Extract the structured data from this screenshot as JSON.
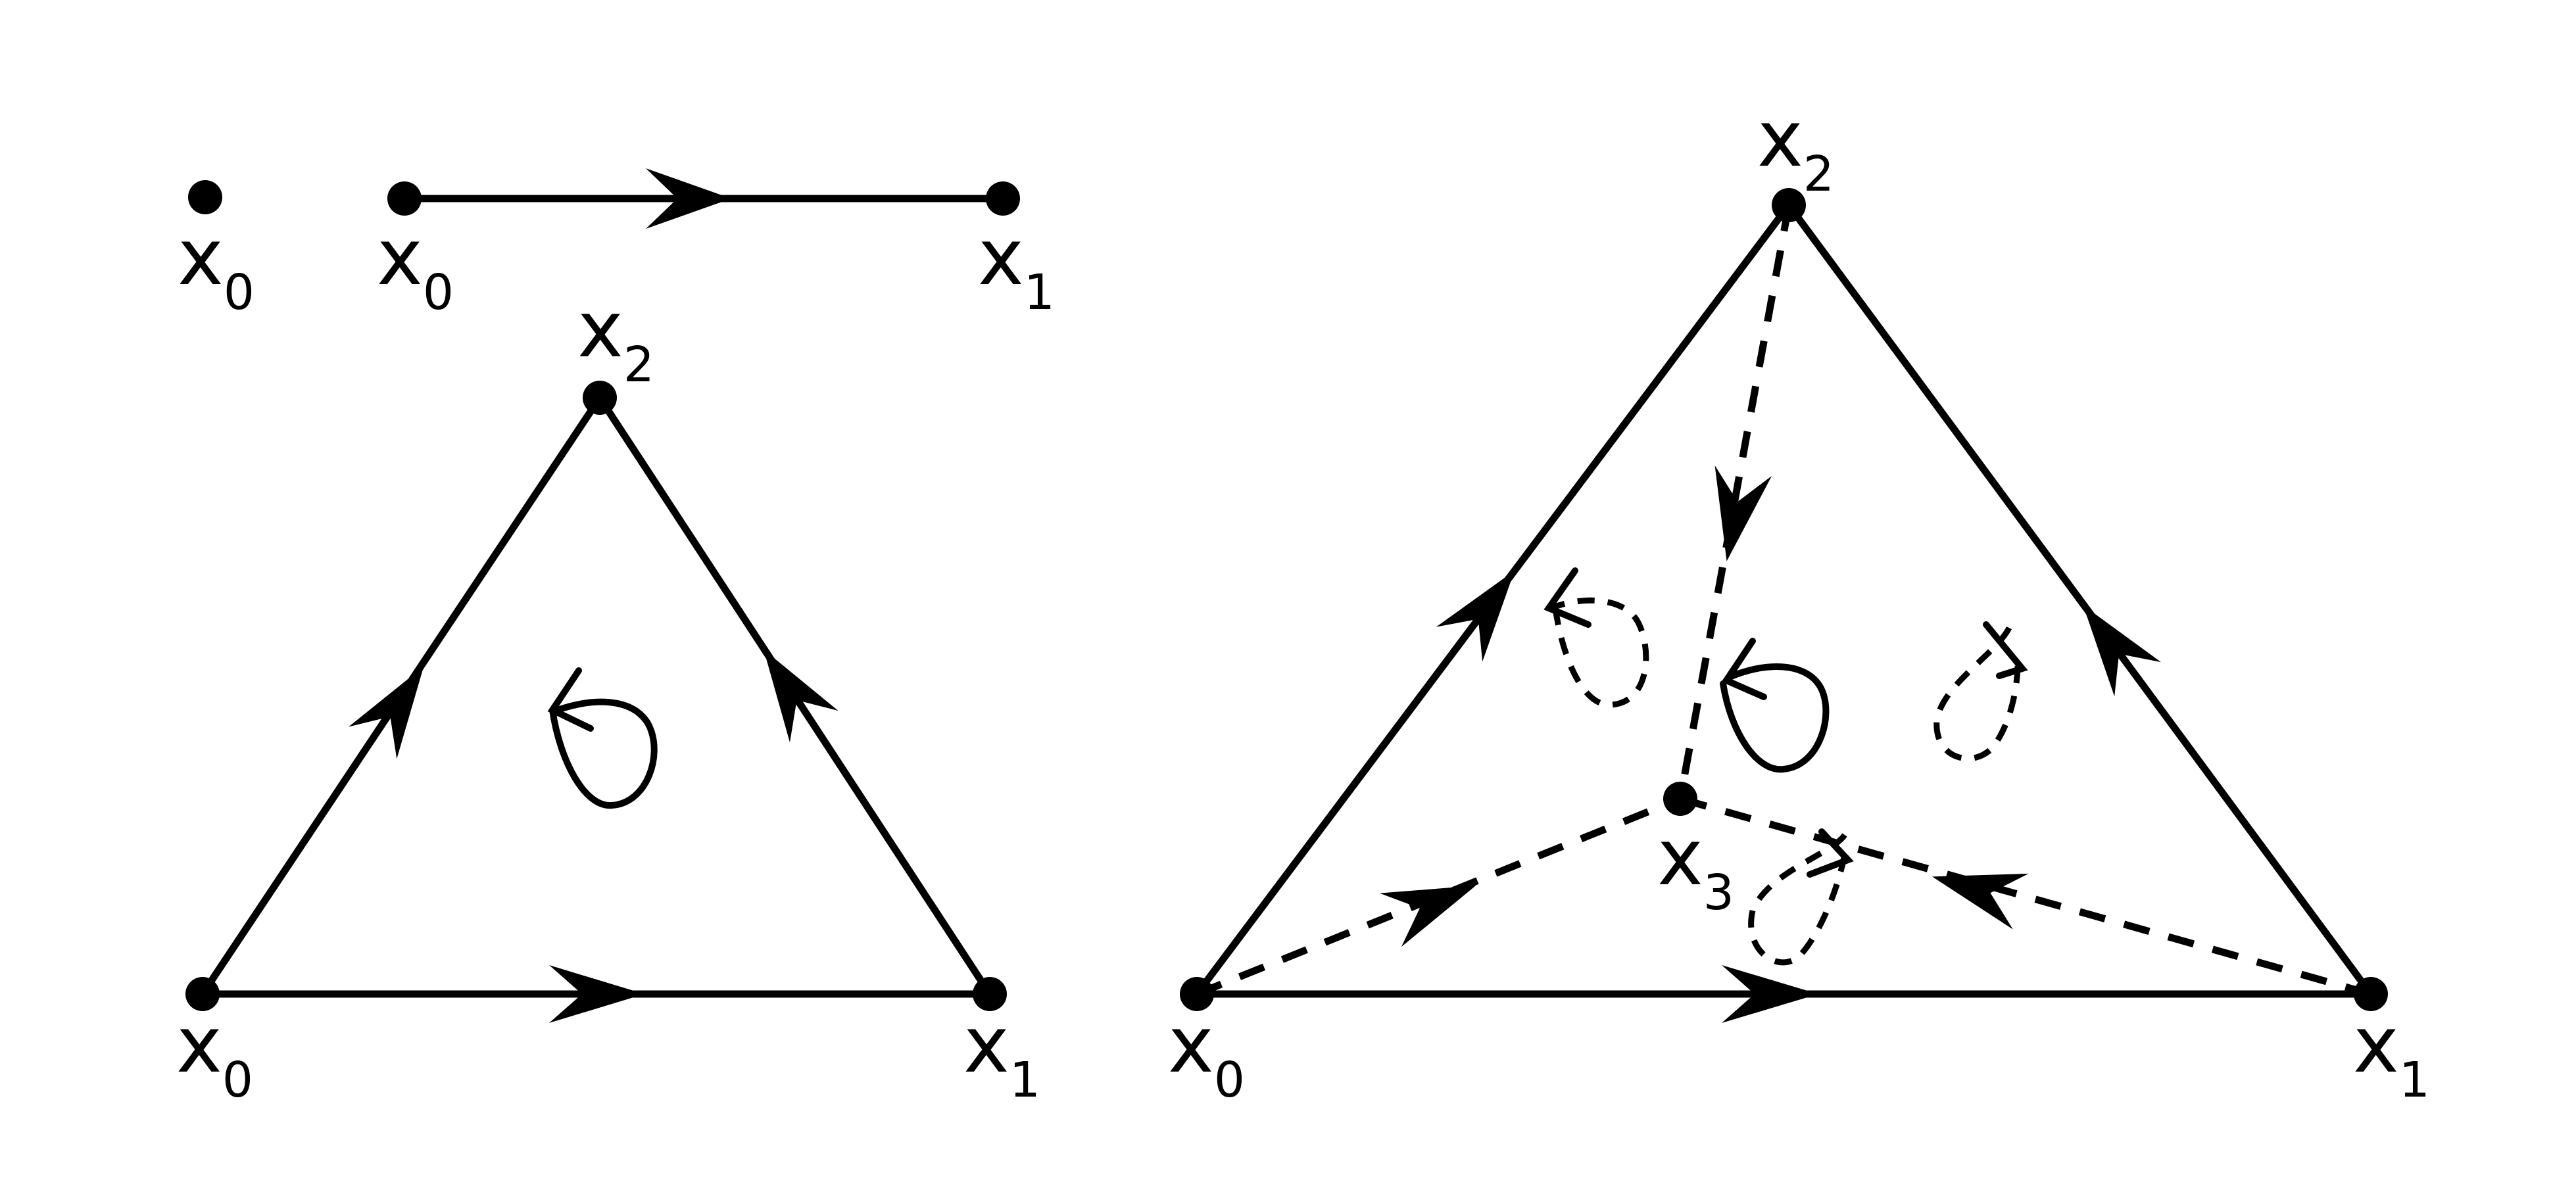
{
  "simplex_0": {
    "vertex_labels": [
      {
        "base": "x",
        "sub": "0"
      }
    ]
  },
  "simplex_1": {
    "vertex_labels": [
      {
        "base": "x",
        "sub": "0"
      },
      {
        "base": "x",
        "sub": "1"
      }
    ]
  },
  "simplex_2": {
    "vertex_labels": [
      {
        "base": "x",
        "sub": "0"
      },
      {
        "base": "x",
        "sub": "1"
      },
      {
        "base": "x",
        "sub": "2"
      }
    ]
  },
  "simplex_3": {
    "vertex_labels": [
      {
        "base": "x",
        "sub": "0"
      },
      {
        "base": "x",
        "sub": "1"
      },
      {
        "base": "x",
        "sub": "2"
      },
      {
        "base": "x",
        "sub": "3"
      }
    ]
  }
}
